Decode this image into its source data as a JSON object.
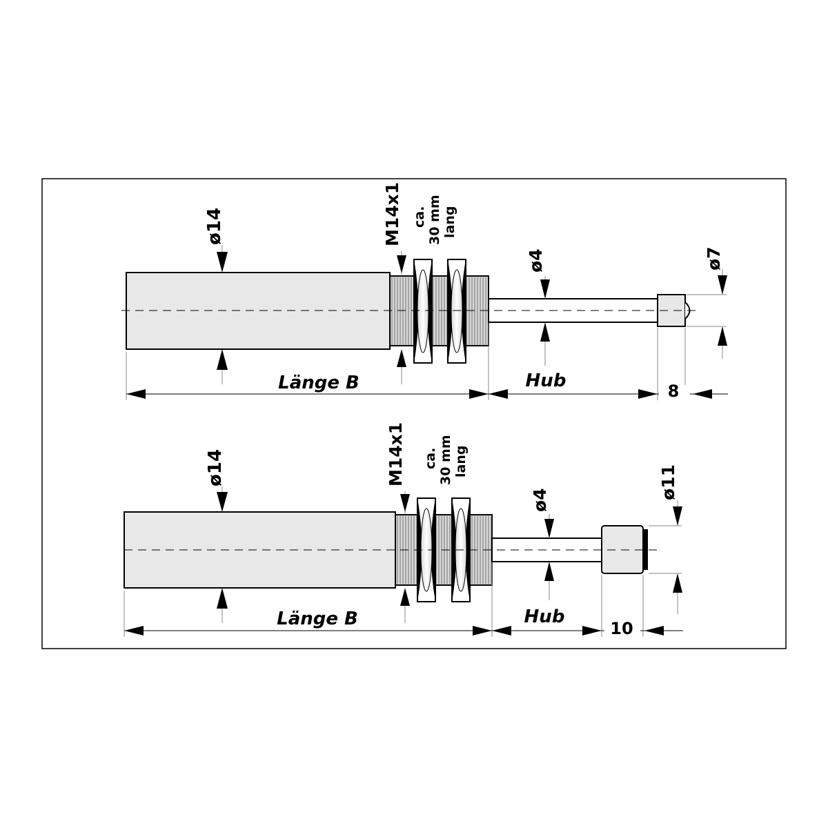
{
  "drawings": [
    {
      "diameter_body": "ø14",
      "thread": "M14x1",
      "nut_note": [
        "ca.",
        "30 mm",
        "lang"
      ],
      "diameter_rod": "ø4",
      "diameter_tip": "ø7",
      "length_label": "Länge B",
      "stroke_label": "Hub",
      "tip_length": "8"
    },
    {
      "diameter_body": "ø14",
      "thread": "M14x1",
      "nut_note": [
        "ca.",
        "30 mm",
        "lang"
      ],
      "diameter_rod": "ø4",
      "diameter_tip": "ø11",
      "length_label": "Länge B",
      "stroke_label": "Hub",
      "tip_length": "10"
    }
  ]
}
